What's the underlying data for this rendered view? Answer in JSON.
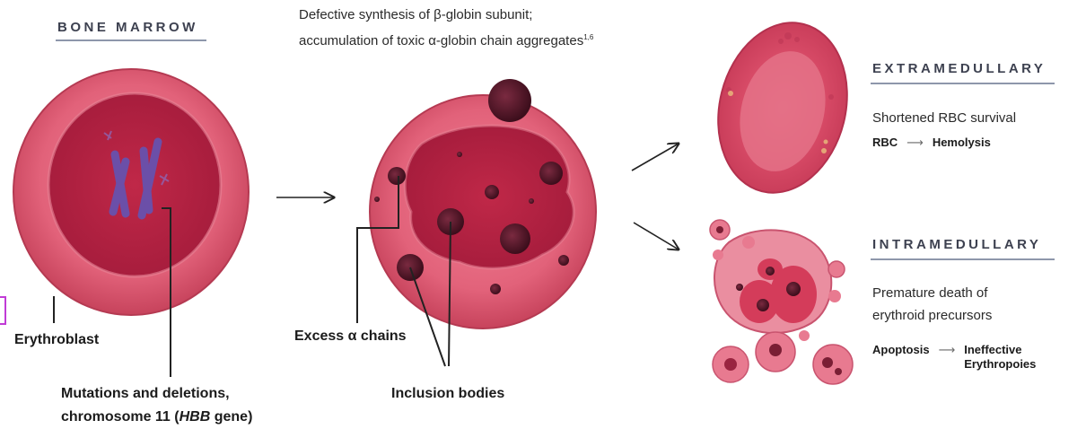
{
  "bone_marrow": {
    "title": "BONE MARROW"
  },
  "top_caption": {
    "line1": "Defective synthesis of β-globin subunit;",
    "line2": "accumulation of toxic α-globin chain aggregates",
    "ref": "1,6"
  },
  "erythroblast": {
    "label": "Erythroblast",
    "mutation_line1": "Mutations and deletions,",
    "mutation_line2_pre": "chromosome 11 (",
    "mutation_gene": "HBB",
    "mutation_line2_post": " gene)"
  },
  "abnormal_cell": {
    "excess_label": "Excess α chains",
    "inclusion_label": "Inclusion bodies"
  },
  "extramedullary": {
    "title": "EXTRAMEDULLARY",
    "desc": "Shortened RBC survival",
    "flow_from": "RBC",
    "flow_arrow": "⟶",
    "flow_to": "Hemolysis"
  },
  "intramedullary": {
    "title": "INTRAMEDULLARY",
    "desc_line1": "Premature death of",
    "desc_line2": "erythroid precursors",
    "flow_from": "Apoptosis",
    "flow_arrow": "⟶",
    "flow_to_line1": "Ineffective",
    "flow_to_line2": "Erythropoies"
  },
  "colors": {
    "cell_pink": "#e0607a",
    "cell_dark": "#b92e4a",
    "nucleus": "#b02040",
    "chromosome": "#6b4fa8",
    "inclusion": "#5a1a2e",
    "rule": "#8e97ab"
  }
}
